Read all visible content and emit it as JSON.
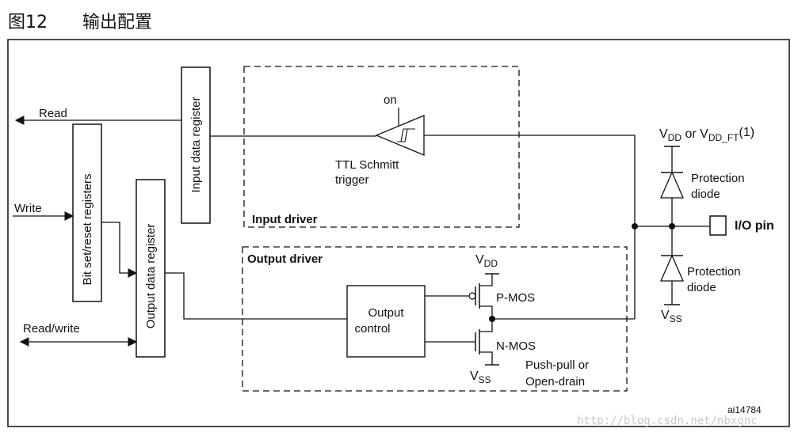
{
  "figure": {
    "number": "图12",
    "caption": "输出配置"
  },
  "registers": {
    "input_data": "Input data register",
    "bit_set_reset": "Bit set/reset registers",
    "output_data": "Output data register"
  },
  "signals": {
    "read": "Read",
    "write": "Write",
    "read_write": "Read/write"
  },
  "input_driver": {
    "label": "Input driver",
    "schmitt_on": "on",
    "schmitt_line1": "TTL Schmitt",
    "schmitt_line2": "trigger"
  },
  "output_driver": {
    "label": "Output driver",
    "control_line1": "Output",
    "control_line2": "control",
    "pmos": "P-MOS",
    "nmos": "N-MOS",
    "vdd": "V",
    "vdd_sub": "DD",
    "vss": "V",
    "vss_sub": "SS",
    "mode_line1": "Push-pull or",
    "mode_line2": "Open-drain"
  },
  "protection": {
    "supply_v1": "V",
    "supply_sub1": "DD",
    "supply_or": " or V",
    "supply_sub2": "DD_FT",
    "supply_note": "(1)",
    "diode_line1": "Protection",
    "diode_line2": "diode",
    "ground_v": "V",
    "ground_sub": "SS"
  },
  "pin": {
    "label": "I/O pin"
  },
  "figure_id": "ai14784",
  "watermark": "http://blog.csdn.net/nbxgnc"
}
